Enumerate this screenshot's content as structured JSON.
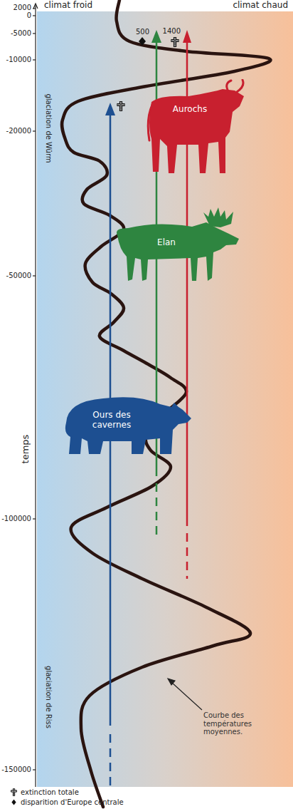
{
  "diagram": {
    "nodes": [
      {
        "text": [
          "Aurochs"
        ]
      },
      {
        "text": [
          "Elan"
        ]
      },
      {
        "text": [
          "Ours des cavernes"
        ]
      }
    ],
    "labels": [
      "climat froid",
      "climat chaud",
      "2000",
      "0",
      "-5000",
      "-10000",
      "-20000",
      "-50000",
      "-100000",
      "-150000",
      "temps",
      "glaciation de Würm",
      "glaciation de Riss",
      "500",
      "1400",
      "Courbe des températures moyennes."
    ],
    "legend": [
      {
        "text": "extinction totale"
      },
      {
        "text": "disparition d'Europe centrale"
      }
    ]
  }
}
